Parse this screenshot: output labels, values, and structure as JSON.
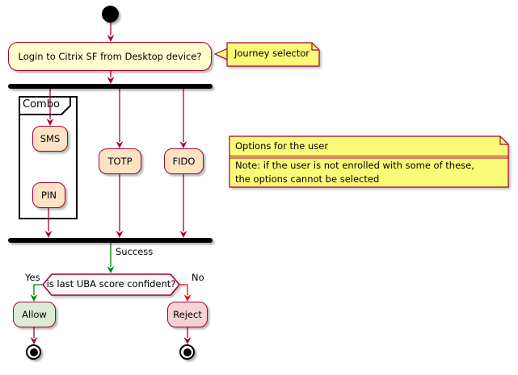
{
  "nodes": {
    "login": "Login to Citrix SF from Desktop device?",
    "partition": "Combo",
    "sms": "SMS",
    "pin": "PIN",
    "totp": "TOTP",
    "fido": "FIDO",
    "decision": "is last UBA score confident?",
    "allow": "Allow",
    "reject": "Reject"
  },
  "edge_labels": {
    "success": "Success",
    "yes": "Yes",
    "no": "No"
  },
  "notes": {
    "journey_selector": "Journey selector",
    "options_title": "Options for the user",
    "options_body_lines": [
      "Note: if the user is not enrolled with some of these,",
      "the options cannot be selected"
    ]
  },
  "colors": {
    "arrow_maroon": "#A80036",
    "activity_fill": "#FEFECE",
    "option_fill": "#FBE3C4",
    "note_fill": "#FBFB77",
    "allow_fill": "#DCEBD5",
    "reject_fill": "#F5D2D6",
    "decision_fill": "#F7F7F7",
    "success_green": "#008200",
    "no_red": "#FF0000",
    "bar_black": "#000000"
  }
}
